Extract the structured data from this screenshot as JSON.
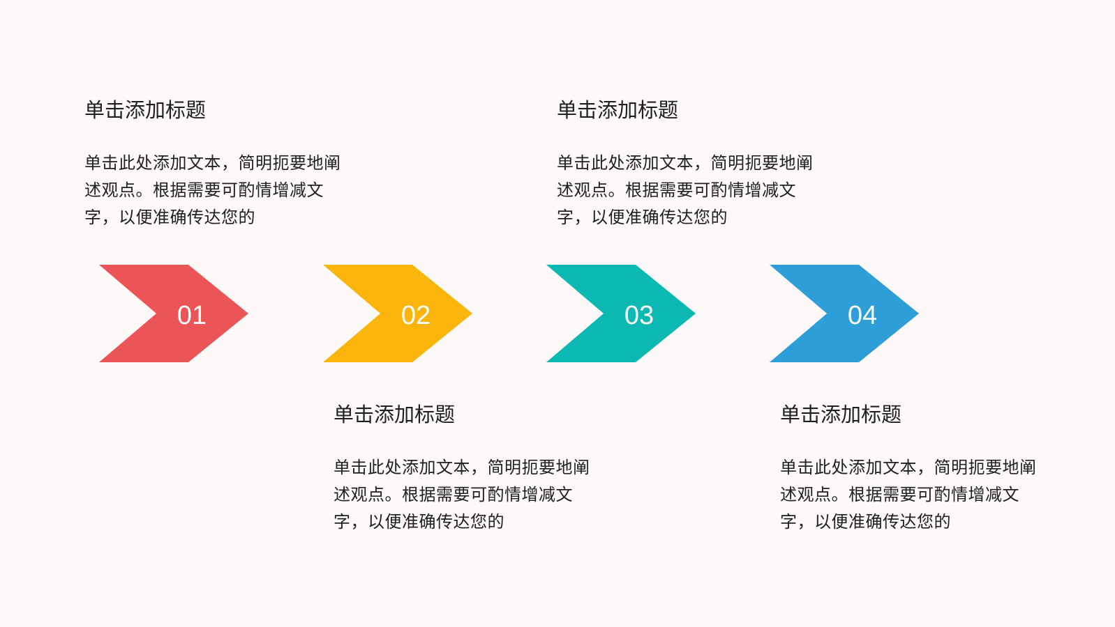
{
  "steps": [
    {
      "number": "01",
      "color": "#eb5558",
      "title": "单击添加标题",
      "body": "单击此处添加文本，简明扼要地阐述观点。根据需要可酌情增减文字，以便准确传达您的"
    },
    {
      "number": "02",
      "color": "#fbb40b",
      "title": "单击添加标题",
      "body": "单击此处添加文本，简明扼要地阐述观点。根据需要可酌情增减文字，以便准确传达您的"
    },
    {
      "number": "03",
      "color": "#0cb8b2",
      "title": "单击添加标题",
      "body": "单击此处添加文本，简明扼要地阐述观点。根据需要可酌情增减文字，以便准确传达您的"
    },
    {
      "number": "04",
      "color": "#2e9ed8",
      "title": "单击添加标题",
      "body": "单击此处添加文本，简明扼要地阐述观点。根据需要可酌情增减文字，以便准确传达您的"
    }
  ]
}
